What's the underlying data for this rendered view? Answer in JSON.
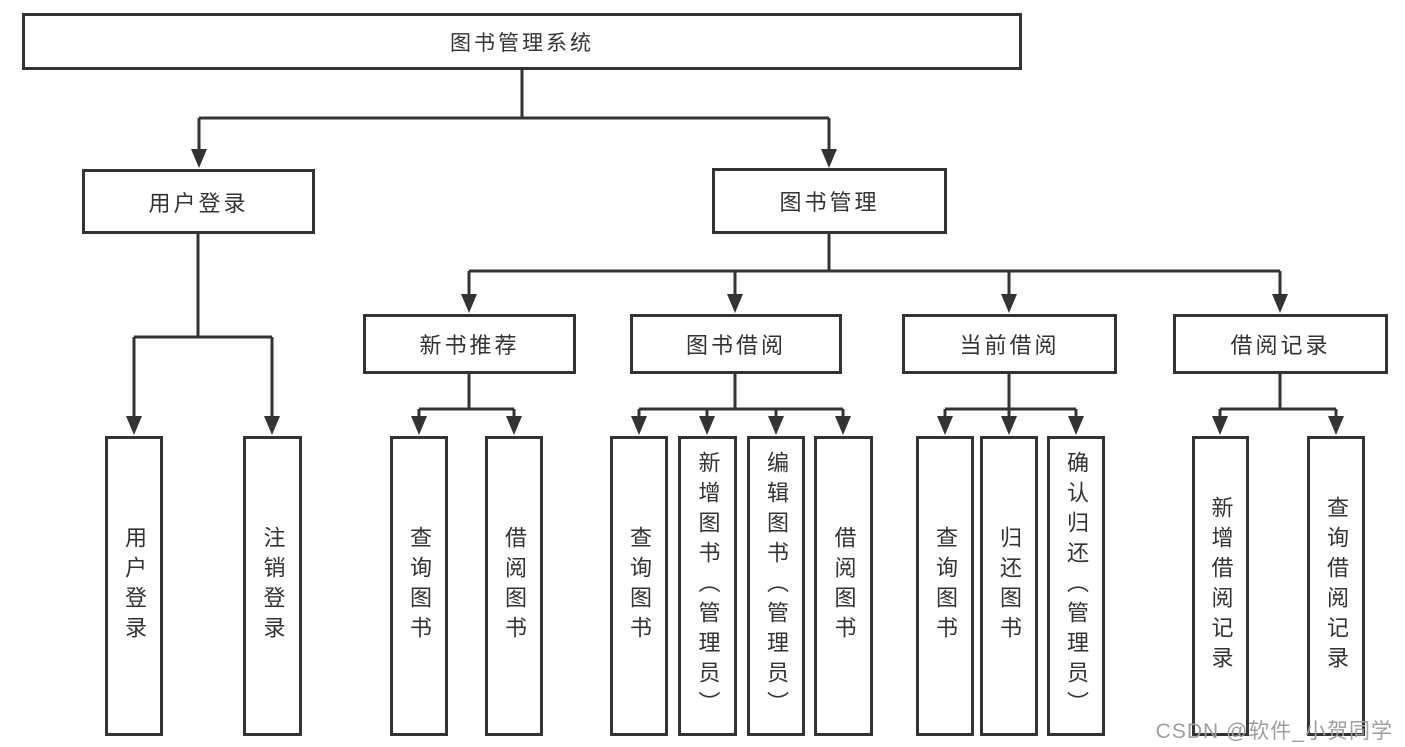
{
  "colors": {
    "line": "#333333",
    "text": "#333333",
    "box_background": "#ffffff",
    "watermark": "#9e9e9e",
    "background": "#ffffff"
  },
  "diagram": {
    "title": "图书管理系统",
    "level2": {
      "user_login": "用户登录",
      "book_mgmt": "图书管理"
    },
    "level3": {
      "new_book": "新书推荐",
      "book_borrow": "图书借阅",
      "current_borrow": "当前借阅",
      "borrow_record": "借阅记录"
    },
    "leaves": {
      "user_login_login": "用户登录",
      "user_login_logout": "注销登录",
      "new_book_query": "查询图书",
      "new_book_borrow": "借阅图书",
      "book_borrow_query": "查询图书",
      "book_borrow_add": "新增图书（管理员）",
      "book_borrow_edit": "编辑图书（管理员）",
      "book_borrow_borrow": "借阅图书",
      "current_borrow_query": "查询图书",
      "current_borrow_return": "归还图书",
      "current_borrow_confirm": "确认归还（管理员）",
      "borrow_record_add": "新增借阅记录",
      "borrow_record_query": "查询借阅记录"
    }
  },
  "watermark": "CSDN @软件_小贺同学"
}
